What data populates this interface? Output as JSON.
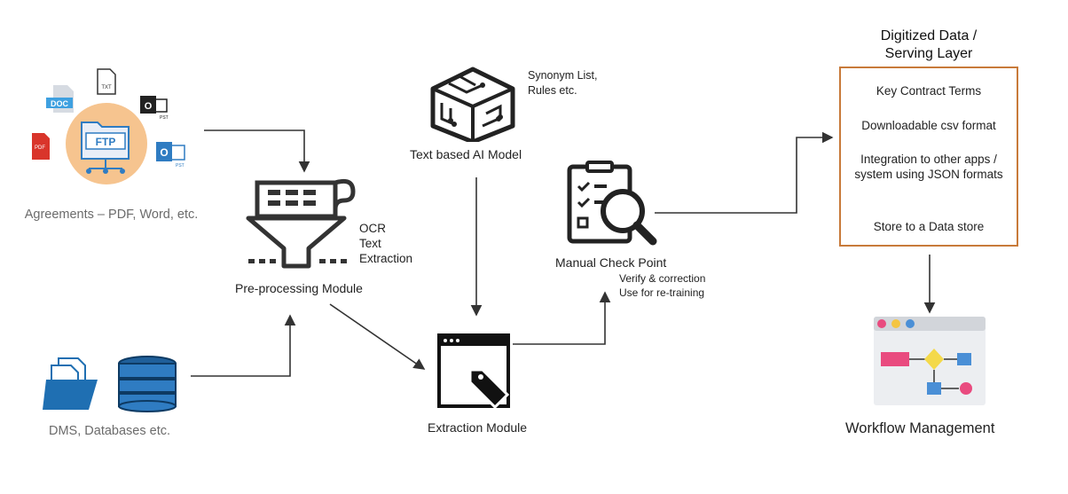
{
  "sources": {
    "agreements_label": "Agreements – PDF, Word, etc.",
    "ftp_text": "FTP",
    "doc_badge": "DOC",
    "pdf_badge": "PDF",
    "txt_badge": "TXT",
    "pst_badge": "PST",
    "dms_label": "DMS, Databases etc."
  },
  "preprocessing": {
    "label": "Pre-processing Module",
    "ocr_lines": [
      "OCR",
      "Text",
      "Extraction"
    ]
  },
  "ai_model": {
    "label": "Text based AI Model",
    "synonym_lines": [
      "Synonym List,",
      "Rules etc."
    ]
  },
  "extraction": {
    "label": "Extraction Module"
  },
  "manual_check": {
    "label": "Manual Check Point",
    "note_lines": [
      "Verify & correction",
      "Use for re-training"
    ]
  },
  "serving": {
    "title_lines": [
      "Digitized Data /",
      "Serving Layer"
    ],
    "items": [
      "Key Contract Terms",
      "Downloadable csv format",
      "Integration to other apps / system using JSON formats",
      "Store to a Data store"
    ]
  },
  "workflow": {
    "label": "Workflow Management"
  },
  "colors": {
    "accent_orange": "#c87a3a",
    "ftp_circle": "#f6c48f",
    "icon_blue": "#2f7cc2",
    "pdf_red": "#d9352b"
  }
}
